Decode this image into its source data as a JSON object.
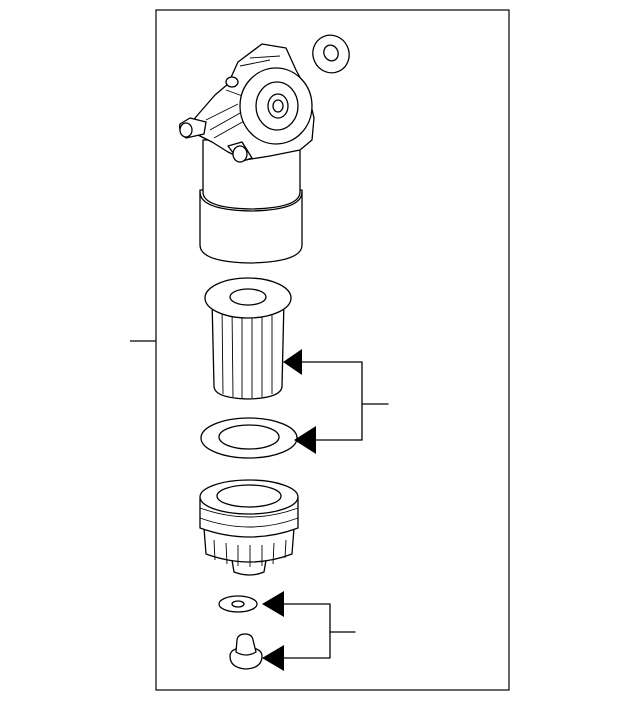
{
  "diagram": {
    "parts": [
      {
        "id": "housing-assembly",
        "name": "oil-filter-housing"
      },
      {
        "id": "filter-element",
        "name": "oil-filter-element"
      },
      {
        "id": "seal-ring",
        "name": "filter-seal-ring"
      },
      {
        "id": "cap",
        "name": "filter-cap"
      },
      {
        "id": "drain-washer",
        "name": "drain-washer"
      },
      {
        "id": "drain-plug",
        "name": "drain-plug"
      },
      {
        "id": "top-gasket",
        "name": "housing-gasket"
      }
    ],
    "callouts": [
      {
        "id": "assembly-leader",
        "label": ""
      },
      {
        "id": "filter-kit-leader",
        "label": ""
      },
      {
        "id": "drain-kit-leader",
        "label": ""
      }
    ]
  }
}
